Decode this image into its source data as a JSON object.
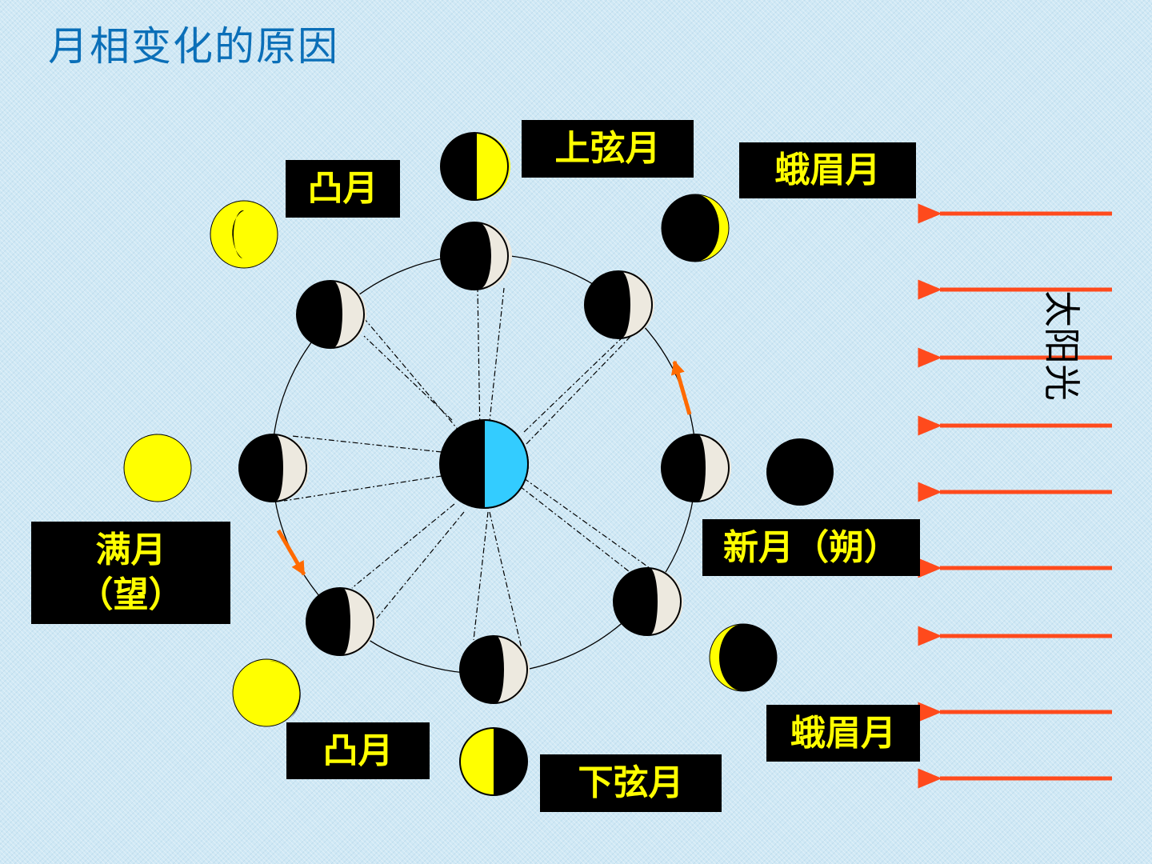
{
  "title": "月相变化的原因",
  "labels": {
    "shang_xian": "上弦月",
    "tu_yue_top": "凸月",
    "e_mei_top": "蛾眉月",
    "man_yue_line1": "满月",
    "man_yue_line2": "（望）",
    "xin_yue": "新月（朔）",
    "tu_yue_bottom": "凸月",
    "xia_xian": "下弦月",
    "e_mei_bottom": "蛾眉月"
  },
  "sunlight_label": "太阳光",
  "colors": {
    "background": "#cfe8f5",
    "title": "#0b6fb8",
    "label_bg": "#000000",
    "label_text": "#ffff00",
    "earth_day": "#33ccff",
    "moon_lit": "#ede9df",
    "phase_lit": "#ffff00",
    "arrow": "#ff4a1c",
    "orbit_arrow": "#ff6a00"
  }
}
